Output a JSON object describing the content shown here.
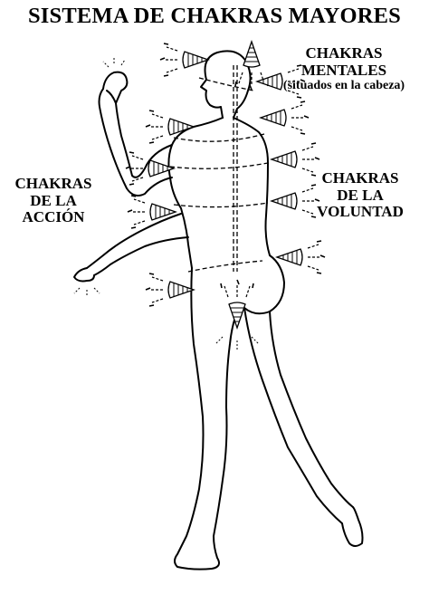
{
  "title": "SISTEMA DE CHAKRAS MAYORES",
  "labels": {
    "mental": [
      "CHAKRAS",
      "MENTALES",
      "(situados en la cabeza)"
    ],
    "accion": [
      "CHAKRAS",
      "DE LA",
      "ACCIÓN"
    ],
    "voluntad": [
      "CHAKRAS",
      "DE LA",
      "VOLUNTAD"
    ]
  },
  "colors": {
    "ink": "#000000",
    "background": "#ffffff"
  }
}
